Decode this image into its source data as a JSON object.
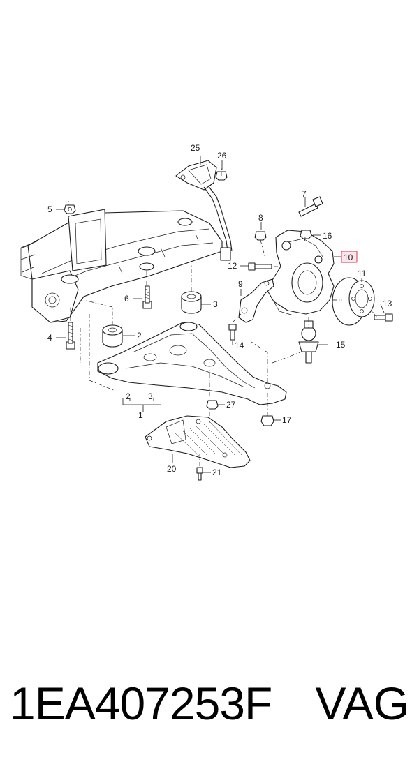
{
  "labels": {
    "p1": "1",
    "p2a": "2",
    "p2b": "2",
    "p3a": "3",
    "p3b": "3",
    "p4": "4",
    "p5": "5",
    "p6": "6",
    "p7": "7",
    "p8": "8",
    "p9": "9",
    "p10": "10",
    "p11": "11",
    "p12": "12",
    "p13": "13",
    "p14": "14",
    "p15": "15",
    "p16": "16",
    "p17": "17",
    "p20": "20",
    "p21": "21",
    "p25": "25",
    "p26": "26",
    "p27": "27"
  },
  "highlighted_part": "10",
  "highlight_color": "#e0566b",
  "footer": {
    "part_number": "1EA407253F",
    "brand": "VAG"
  }
}
